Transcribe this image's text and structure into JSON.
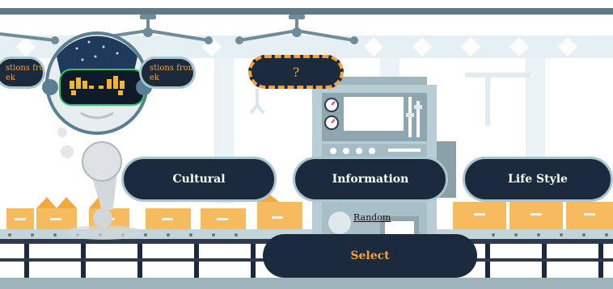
{
  "slots": {
    "left_text": "stions from\nek",
    "right_text": "stions from\nek",
    "question_mark": "?"
  },
  "categories": [
    {
      "label": "Cultural"
    },
    {
      "label": "Information"
    },
    {
      "label": "Life Style"
    }
  ],
  "random_label": "Random",
  "select_label": "Select",
  "colors": {
    "pill_bg": "#1c2a3d",
    "pill_border": "#a8c6cf",
    "accent": "#f2a23c",
    "box": "#f6bb5e"
  }
}
